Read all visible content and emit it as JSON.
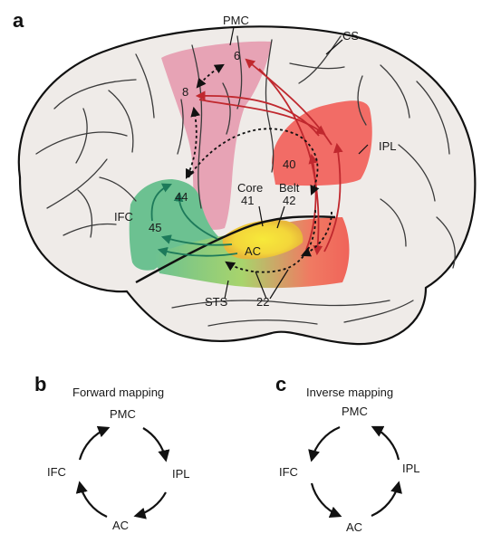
{
  "panel_a": {
    "letter": "a",
    "labels": {
      "pmc": "PMC",
      "cs": "CS",
      "ipl": "IPL",
      "ifc": "IFC",
      "sts": "STS",
      "core": "Core",
      "belt": "Belt",
      "ac": "AC"
    },
    "areas": {
      "a6": "6",
      "a8": "8",
      "a40": "40",
      "a44": "44",
      "a45": "45",
      "a41": "41",
      "a42": "42",
      "a22": "22"
    },
    "colors": {
      "pmc": "#e7a3b5",
      "ipl": "#f2736c",
      "ifc": "#6cc191",
      "sts_green": "#8fcf7a",
      "sts_red": "#f06a5e",
      "core_yellow": "#f5ea4a",
      "forward_arrow": "#c0282e",
      "inverse_arrow": "#1d7a5a",
      "dotted_arrow": "#111111"
    }
  },
  "panel_b": {
    "letter": "b",
    "title": "Forward mapping",
    "nodes": {
      "top": "PMC",
      "right": "IPL",
      "bottom": "AC",
      "left": "IFC"
    }
  },
  "panel_c": {
    "letter": "c",
    "title": "Inverse mapping",
    "nodes": {
      "top": "PMC",
      "right": "IPL",
      "bottom": "AC",
      "left": "IFC"
    }
  }
}
